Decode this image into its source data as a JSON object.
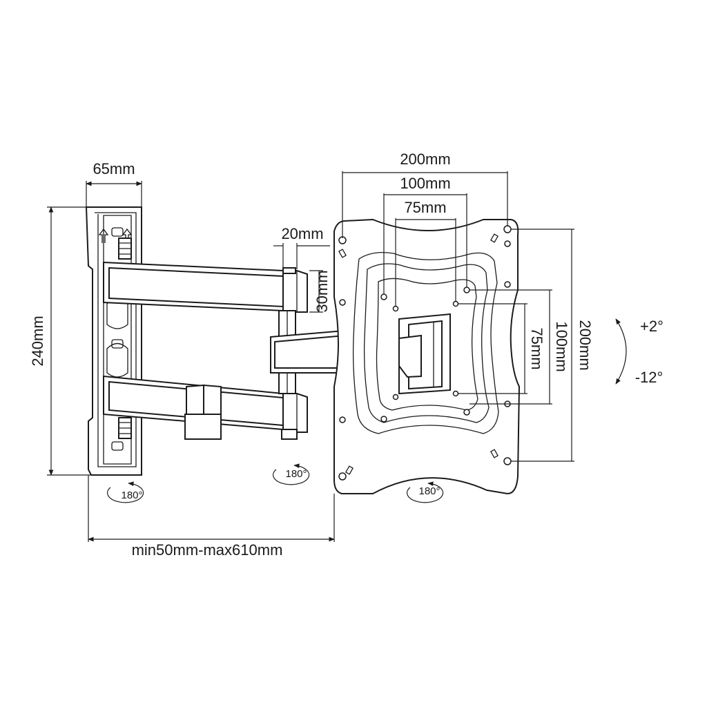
{
  "dimensions": {
    "wall_plate_width": "65mm",
    "wall_plate_height": "240mm",
    "arm_width": "20mm",
    "arm_height": "30mm",
    "vesa_outer_h": "200mm",
    "vesa_mid_h": "100mm",
    "vesa_inner_h": "75mm",
    "vesa_outer_v": "200mm",
    "vesa_mid_v": "100mm",
    "vesa_inner_v": "75mm",
    "extension": "min50mm-max610mm"
  },
  "tilt": {
    "up": "+2°",
    "down": "-12°"
  },
  "swivel": {
    "wall": "180°",
    "arm": "180°",
    "plate": "180°"
  },
  "colors": {
    "line": "#1a1a1a",
    "background": "#ffffff"
  }
}
